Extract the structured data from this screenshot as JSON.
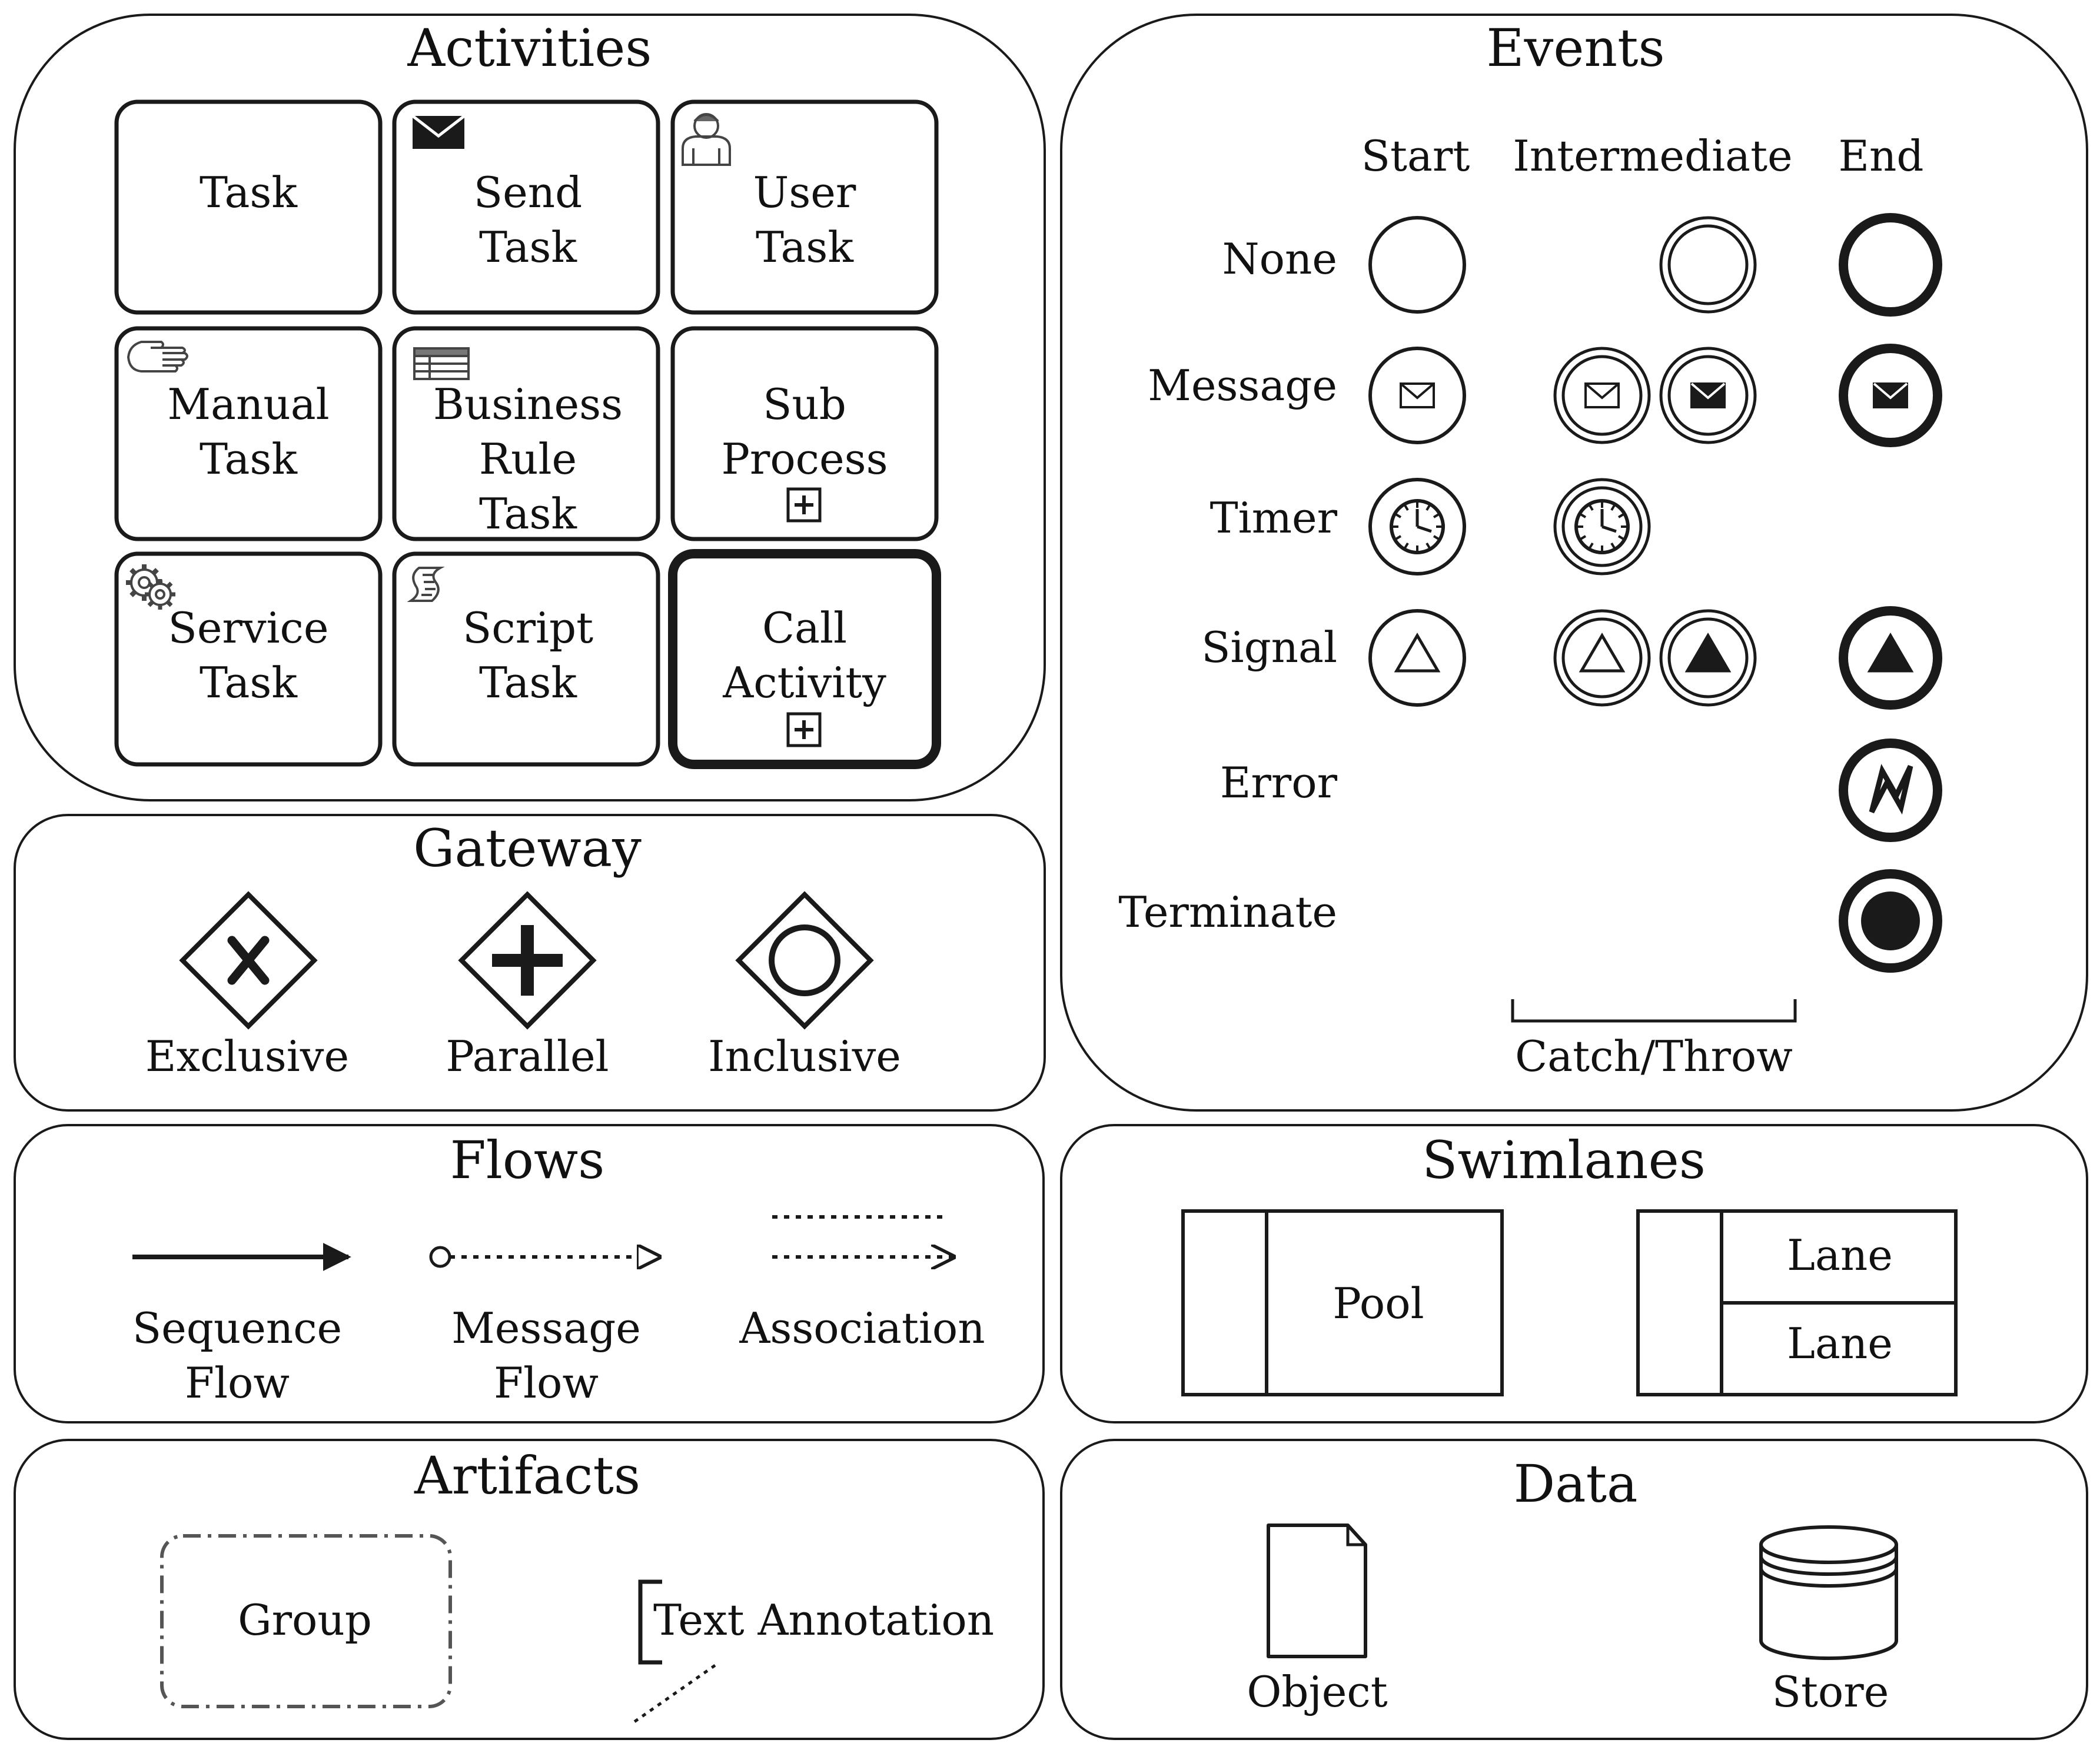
{
  "activities": {
    "title": "Activities",
    "tasks": [
      {
        "lines": [
          "Task"
        ],
        "icon": "none"
      },
      {
        "lines": [
          "Send",
          "Task"
        ],
        "icon": "envelope-icon"
      },
      {
        "lines": [
          "User",
          "Task"
        ],
        "icon": "user-icon"
      },
      {
        "lines": [
          "Manual",
          "Task"
        ],
        "icon": "hand-icon"
      },
      {
        "lines": [
          "Business",
          "Rule",
          "Task"
        ],
        "icon": "table-icon"
      },
      {
        "lines": [
          "Sub",
          "Process"
        ],
        "icon": "plus-marker-icon"
      },
      {
        "lines": [
          "Service",
          "Task"
        ],
        "icon": "gear-icon"
      },
      {
        "lines": [
          "Script",
          "Task"
        ],
        "icon": "script-icon"
      },
      {
        "lines": [
          "Call",
          "Activity"
        ],
        "icon": "plus-marker-icon"
      }
    ]
  },
  "gateway": {
    "title": "Gateway",
    "items": [
      "Exclusive",
      "Parallel",
      "Inclusive"
    ]
  },
  "events": {
    "title": "Events",
    "columns": [
      "Start",
      "Intermediate",
      "End"
    ],
    "rows": [
      "None",
      "Message",
      "Timer",
      "Signal",
      "Error",
      "Terminate"
    ],
    "bracket_label": "Catch/Throw"
  },
  "flows": {
    "title": "Flows",
    "items": [
      {
        "lines": [
          "Sequence",
          "Flow"
        ]
      },
      {
        "lines": [
          "Message",
          "Flow"
        ]
      },
      {
        "lines": [
          "Association"
        ]
      }
    ]
  },
  "swimlanes": {
    "title": "Swimlanes",
    "pool": "Pool",
    "lanes": [
      "Lane",
      "Lane"
    ]
  },
  "artifacts": {
    "title": "Artifacts",
    "group": "Group",
    "annotation": "Text Annotation"
  },
  "data": {
    "title": "Data",
    "object": "Object",
    "store": "Store"
  },
  "colors": {
    "stroke": "#1a1a1a",
    "fill": "#ffffff",
    "dark": "#1a1a1a"
  }
}
